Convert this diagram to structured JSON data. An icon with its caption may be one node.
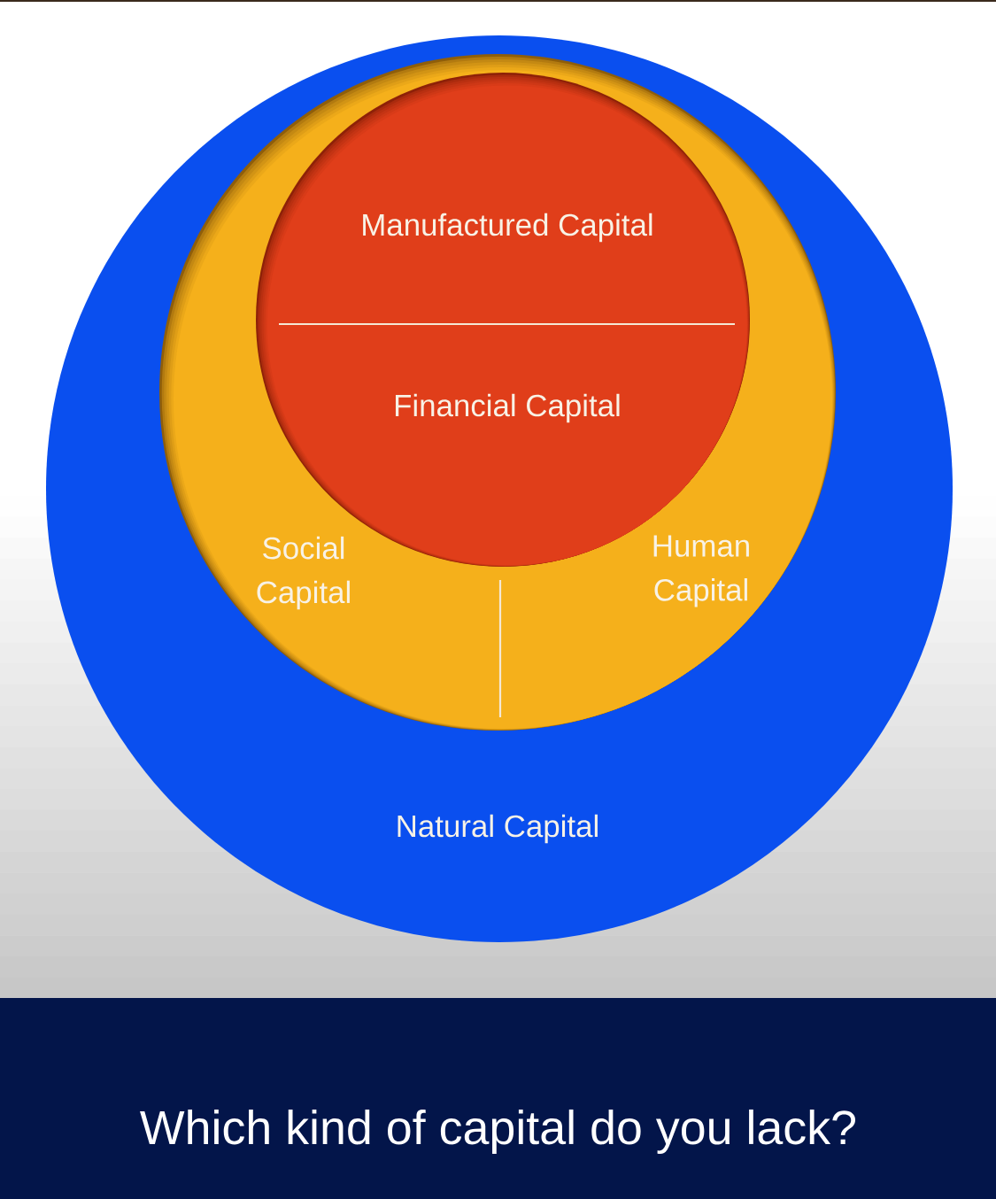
{
  "diagram": {
    "caption": "Which kind of capital do you lack?",
    "nodes": [
      {
        "text": [
          "Natural Capital"
        ]
      },
      {
        "text": [
          "Social Capital",
          "Human Capital"
        ],
        "in": 0
      },
      {
        "text": [
          "Manufactured Capital",
          "Financial Capital"
        ],
        "in": 1
      }
    ]
  }
}
